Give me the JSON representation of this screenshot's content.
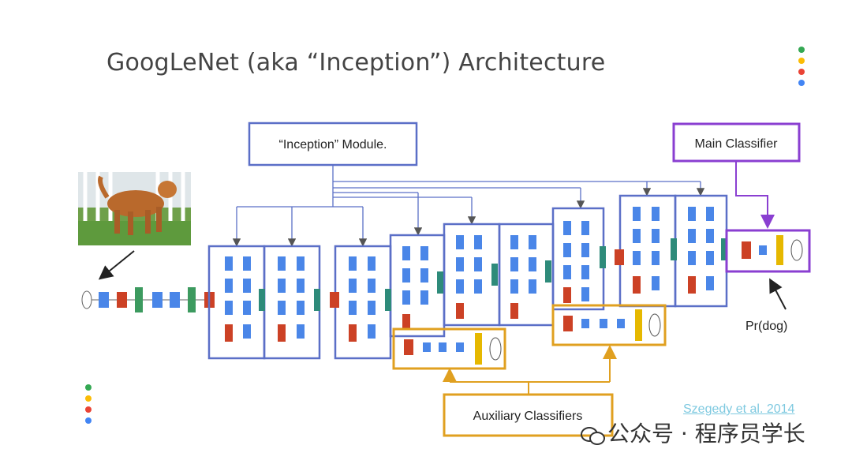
{
  "title": "GoogLeNet (aka “Inception”) Architecture",
  "labels": {
    "inception_module": "“Inception” Module.",
    "main_classifier": "Main Classifier",
    "auxiliary_classifiers": "Auxiliary Classifiers",
    "prediction": "Pr(dog)"
  },
  "citation": "Szegedy et al. 2014",
  "watermark": "公众号 · 程序员学长",
  "colors": {
    "blue_layer": "#4a86e8",
    "red_layer": "#cc4125",
    "green_layer": "#3c9a5f",
    "yellow_layer": "#e6b800",
    "teal_layer": "#2e8b7a",
    "inception_border": "#5b6fc7",
    "main_classifier_border": "#8a3fd1",
    "auxiliary_border": "#e0a020",
    "accent_dots": [
      "#34a853",
      "#fbbc05",
      "#ea4335",
      "#4285f4"
    ]
  },
  "icons": {
    "dog_photo": "golden-retriever-photo",
    "arrow": "arrow-icon"
  }
}
